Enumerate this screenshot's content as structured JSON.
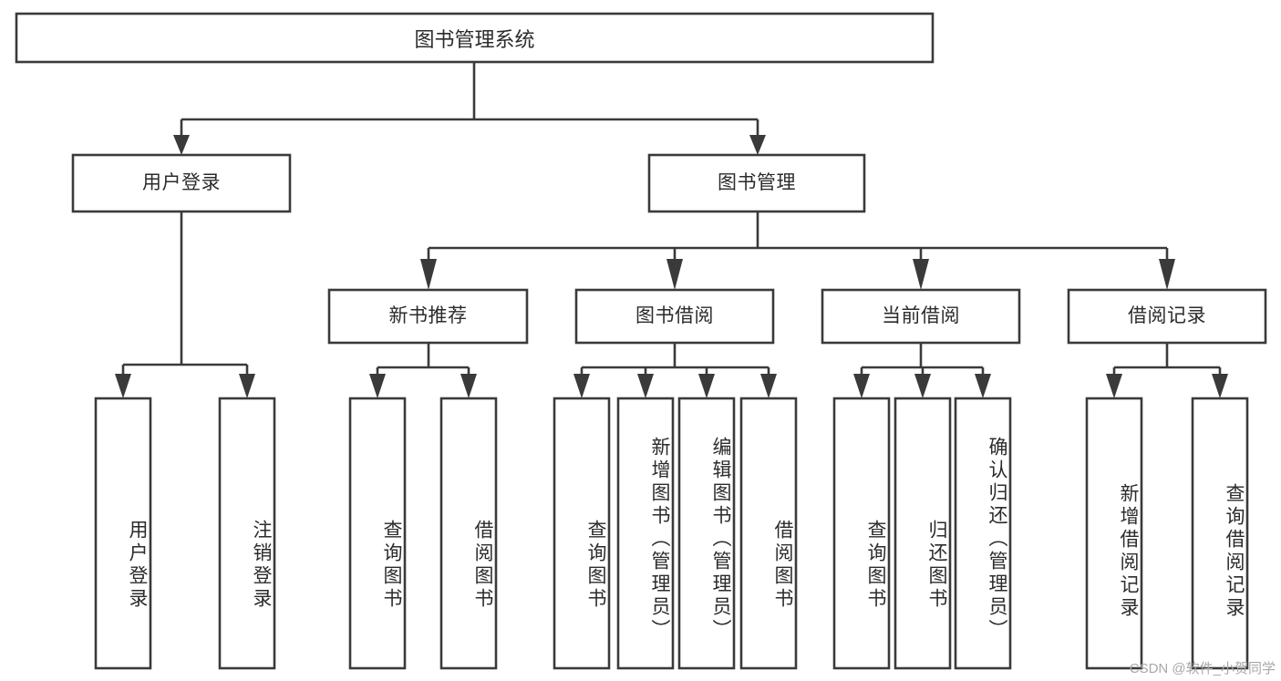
{
  "diagram": {
    "title": "图书管理系统",
    "type": "tree-hierarchy-diagram",
    "colors": {
      "stroke": "#3a3a3a",
      "fill": "#ffffff",
      "text": "#2b2b2b",
      "watermark": "#a8a8a8"
    },
    "levels": {
      "root": {
        "label": "图书管理系统"
      },
      "level2": [
        {
          "label": "用户登录"
        },
        {
          "label": "图书管理"
        }
      ],
      "level3": [
        {
          "label": "新书推荐"
        },
        {
          "label": "图书借阅"
        },
        {
          "label": "当前借阅"
        },
        {
          "label": "借阅记录"
        }
      ],
      "leaves": [
        {
          "label": "用户登录",
          "parent": "用户登录"
        },
        {
          "label": "注销登录",
          "parent": "用户登录"
        },
        {
          "label": "查询图书",
          "parent": "新书推荐"
        },
        {
          "label": "借阅图书",
          "parent": "新书推荐"
        },
        {
          "label": "查询图书",
          "parent": "图书借阅"
        },
        {
          "label": "新增图书（管理员）",
          "parent": "图书借阅"
        },
        {
          "label": "编辑图书（管理员）",
          "parent": "图书借阅"
        },
        {
          "label": "借阅图书",
          "parent": "图书借阅"
        },
        {
          "label": "查询图书",
          "parent": "当前借阅"
        },
        {
          "label": "归还图书",
          "parent": "当前借阅"
        },
        {
          "label": "确认归还（管理员）",
          "parent": "当前借阅"
        },
        {
          "label": "新增借阅记录",
          "parent": "借阅记录"
        },
        {
          "label": "查询借阅记录",
          "parent": "借阅记录"
        }
      ]
    }
  },
  "watermark": {
    "text": "CSDN @软件_小贺同学"
  }
}
